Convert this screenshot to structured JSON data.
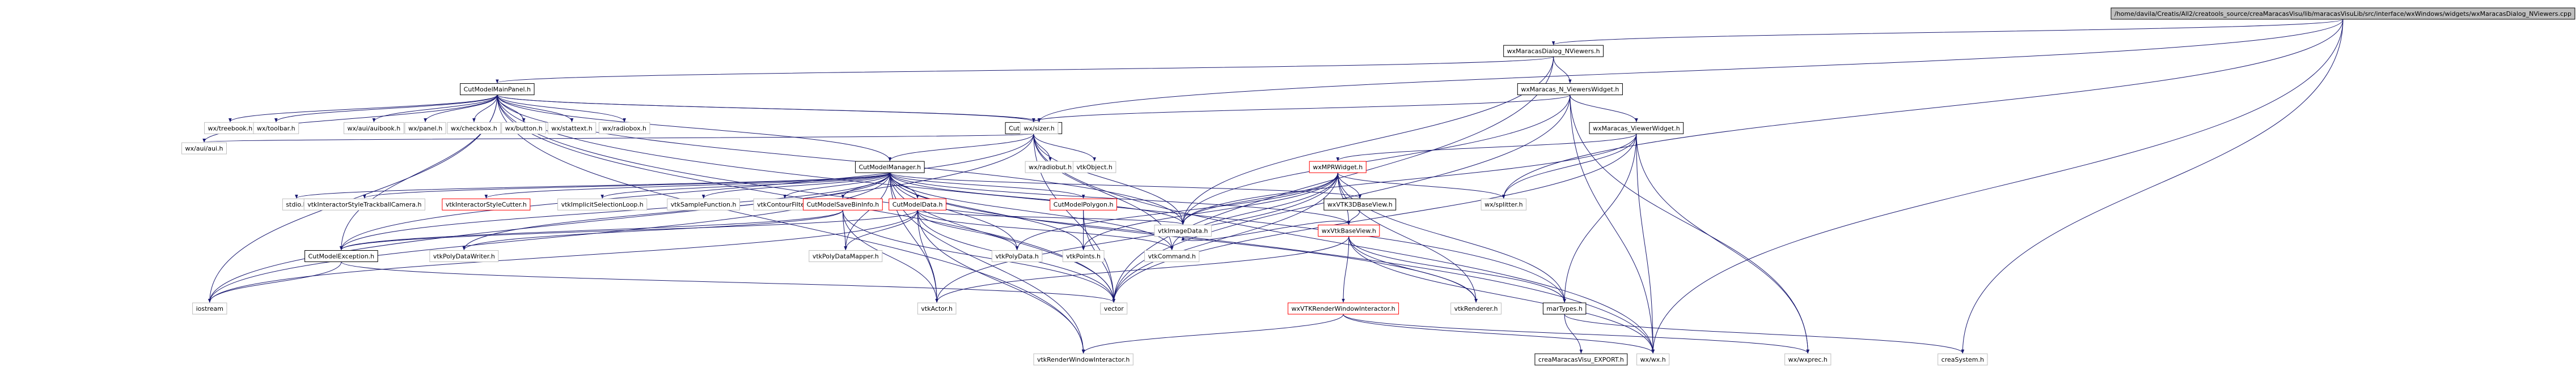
{
  "graph": {
    "colors": {
      "root_fill": "#bfbfbf",
      "node_border": "#000000",
      "external_border": "#bfbfbf",
      "incomplete_border": "#ff0000",
      "edge": "#191970",
      "background": "#ffffff"
    },
    "nodes": [
      {
        "id": "root",
        "label": "/home/davila/Creatis/All2/creatools_source/creaMaracasVisu/lib/maracasVisuLib/src/interface/wxWindows/widgets/wxMaracasDialog_NViewers.cpp",
        "kind": "root"
      },
      {
        "id": "dlg_h",
        "label": "wxMaracasDialog_NViewers.h",
        "kind": "normal"
      },
      {
        "id": "nview_h",
        "label": "wxMaracas_N_ViewersWidget.h",
        "kind": "normal"
      },
      {
        "id": "cutmain_h",
        "label": "CutModelMainPanel.h",
        "kind": "normal"
      },
      {
        "id": "viewerw_h",
        "label": "wxMaracas_ViewerWidget.h",
        "kind": "normal"
      },
      {
        "id": "cutview_h",
        "label": "CutModelView.h",
        "kind": "normal"
      },
      {
        "id": "mpr_h",
        "label": "wxMPRWidget.h",
        "kind": "incomplete"
      },
      {
        "id": "cutmgr_h",
        "label": "CutModelManager.h",
        "kind": "normal"
      },
      {
        "id": "treebook",
        "label": "wx/treebook.h",
        "kind": "external"
      },
      {
        "id": "toolbar",
        "label": "wx/toolbar.h",
        "kind": "external"
      },
      {
        "id": "aui",
        "label": "wx/aui/aui.h",
        "kind": "external"
      },
      {
        "id": "auibook",
        "label": "wx/aui/auibook.h",
        "kind": "external"
      },
      {
        "id": "panel",
        "label": "wx/panel.h",
        "kind": "external"
      },
      {
        "id": "checkbox",
        "label": "wx/checkbox.h",
        "kind": "external"
      },
      {
        "id": "button",
        "label": "wx/button.h",
        "kind": "external"
      },
      {
        "id": "stattext",
        "label": "wx/stattext.h",
        "kind": "external"
      },
      {
        "id": "radiobox",
        "label": "wx/radiobox.h",
        "kind": "external"
      },
      {
        "id": "sizer",
        "label": "wx/sizer.h",
        "kind": "external"
      },
      {
        "id": "radiobut",
        "label": "wx/radiobut.h",
        "kind": "external"
      },
      {
        "id": "vtkobject",
        "label": "vtkObject.h",
        "kind": "external"
      },
      {
        "id": "stdio",
        "label": "stdio.h",
        "kind": "external"
      },
      {
        "id": "trackball",
        "label": "vtkInteractorStyleTrackballCamera.h",
        "kind": "external"
      },
      {
        "id": "stylecutter",
        "label": "vtkInteractorStyleCutter.h",
        "kind": "incomplete"
      },
      {
        "id": "implicitloop",
        "label": "vtkImplicitSelectionLoop.h",
        "kind": "external"
      },
      {
        "id": "samplefn",
        "label": "vtkSampleFunction.h",
        "kind": "external"
      },
      {
        "id": "contour",
        "label": "vtkContourFilter.h",
        "kind": "external"
      },
      {
        "id": "savebin",
        "label": "CutModelSaveBinInfo.h",
        "kind": "incomplete"
      },
      {
        "id": "cutdata",
        "label": "CutModelData.h",
        "kind": "incomplete"
      },
      {
        "id": "polygon",
        "label": "CutModelPolygon.h",
        "kind": "incomplete"
      },
      {
        "id": "wxvtk3d",
        "label": "wxVTK3DBaseView.h",
        "kind": "normal"
      },
      {
        "id": "splitter",
        "label": "wx/splitter.h",
        "kind": "external"
      },
      {
        "id": "imagedata",
        "label": "vtkImageData.h",
        "kind": "external"
      },
      {
        "id": "exception",
        "label": "CutModelException.h",
        "kind": "normal"
      },
      {
        "id": "polywriter",
        "label": "vtkPolyDataWriter.h",
        "kind": "external"
      },
      {
        "id": "polymapper",
        "label": "vtkPolyDataMapper.h",
        "kind": "external"
      },
      {
        "id": "polydata",
        "label": "vtkPolyData.h",
        "kind": "external"
      },
      {
        "id": "vtkpoints",
        "label": "vtkPoints.h",
        "kind": "external"
      },
      {
        "id": "vtkcommand",
        "label": "vtkCommand.h",
        "kind": "external"
      },
      {
        "id": "wxvtkbase",
        "label": "wxVtkBaseView.h",
        "kind": "incomplete"
      },
      {
        "id": "iostream",
        "label": "iostream",
        "kind": "external"
      },
      {
        "id": "vtkactor",
        "label": "vtkActor.h",
        "kind": "external"
      },
      {
        "id": "vector",
        "label": "vector",
        "kind": "external"
      },
      {
        "id": "vtkrenderer",
        "label": "vtkRenderer.h",
        "kind": "external"
      },
      {
        "id": "martypes",
        "label": "marTypes.h",
        "kind": "normal"
      },
      {
        "id": "wxvtkrwi",
        "label": "wxVTKRenderWindowInteractor.h",
        "kind": "incomplete"
      },
      {
        "id": "rwi",
        "label": "vtkRenderWindowInteractor.h",
        "kind": "external"
      },
      {
        "id": "wxwx",
        "label": "wx/wx.h",
        "kind": "external"
      },
      {
        "id": "wxprec",
        "label": "wx/wxprec.h",
        "kind": "external"
      },
      {
        "id": "creasystem",
        "label": "creaSystem.h",
        "kind": "external"
      },
      {
        "id": "export",
        "label": "creaMaracasVisu_EXPORT.h",
        "kind": "normal"
      }
    ],
    "edges": [
      [
        "root",
        "dlg_h"
      ],
      [
        "root",
        "sizer"
      ],
      [
        "root",
        "creasystem"
      ],
      [
        "root",
        "wxwx"
      ],
      [
        "root",
        "splitter"
      ],
      [
        "dlg_h",
        "nview_h"
      ],
      [
        "dlg_h",
        "cutmain_h"
      ],
      [
        "dlg_h",
        "vector"
      ],
      [
        "dlg_h",
        "imagedata"
      ],
      [
        "nview_h",
        "viewerw_h"
      ],
      [
        "nview_h",
        "cutview_h"
      ],
      [
        "nview_h",
        "wxwx"
      ],
      [
        "nview_h",
        "imagedata"
      ],
      [
        "nview_h",
        "vector"
      ],
      [
        "nview_h",
        "wxprec"
      ],
      [
        "viewerw_h",
        "mpr_h"
      ],
      [
        "viewerw_h",
        "splitter"
      ],
      [
        "viewerw_h",
        "imagedata"
      ],
      [
        "viewerw_h",
        "wxwx"
      ],
      [
        "viewerw_h",
        "wxprec"
      ],
      [
        "viewerw_h",
        "martypes"
      ],
      [
        "viewerw_h",
        "vector"
      ],
      [
        "cutmain_h",
        "treebook"
      ],
      [
        "cutmain_h",
        "toolbar"
      ],
      [
        "cutmain_h",
        "aui"
      ],
      [
        "cutmain_h",
        "auibook"
      ],
      [
        "cutmain_h",
        "panel"
      ],
      [
        "cutmain_h",
        "checkbox"
      ],
      [
        "cutmain_h",
        "button"
      ],
      [
        "cutmain_h",
        "stattext"
      ],
      [
        "cutmain_h",
        "radiobox"
      ],
      [
        "cutmain_h",
        "sizer"
      ],
      [
        "cutmain_h",
        "cutview_h"
      ],
      [
        "cutmain_h",
        "cutmgr_h"
      ],
      [
        "cutmain_h",
        "exception"
      ],
      [
        "cutmain_h",
        "iostream"
      ],
      [
        "cutmain_h",
        "vector"
      ],
      [
        "cutmain_h",
        "wxwx"
      ],
      [
        "cutmain_h",
        "rwi"
      ],
      [
        "cutmain_h",
        "imagedata"
      ],
      [
        "cutmain_h",
        "martypes"
      ],
      [
        "cutview_h",
        "cutmgr_h"
      ],
      [
        "cutview_h",
        "radiobut"
      ],
      [
        "cutview_h",
        "vtkobject"
      ],
      [
        "cutview_h",
        "aui"
      ],
      [
        "cutview_h",
        "vector"
      ],
      [
        "cutview_h",
        "vtkcommand"
      ],
      [
        "cutview_h",
        "iostream"
      ],
      [
        "cutview_h",
        "exception"
      ],
      [
        "cutview_h",
        "wxwx"
      ],
      [
        "cutview_h",
        "imagedata"
      ],
      [
        "cutmgr_h",
        "stdio"
      ],
      [
        "cutmgr_h",
        "trackball"
      ],
      [
        "cutmgr_h",
        "stylecutter"
      ],
      [
        "cutmgr_h",
        "implicitloop"
      ],
      [
        "cutmgr_h",
        "samplefn"
      ],
      [
        "cutmgr_h",
        "contour"
      ],
      [
        "cutmgr_h",
        "savebin"
      ],
      [
        "cutmgr_h",
        "cutdata"
      ],
      [
        "cutmgr_h",
        "polygon"
      ],
      [
        "cutmgr_h",
        "wxvtk3d"
      ],
      [
        "cutmgr_h",
        "exception"
      ],
      [
        "cutmgr_h",
        "polywriter"
      ],
      [
        "cutmgr_h",
        "polymapper"
      ],
      [
        "cutmgr_h",
        "polydata"
      ],
      [
        "cutmgr_h",
        "vtkpoints"
      ],
      [
        "cutmgr_h",
        "vtkcommand"
      ],
      [
        "cutmgr_h",
        "imagedata"
      ],
      [
        "cutmgr_h",
        "wxvtkbase"
      ],
      [
        "cutmgr_h",
        "vtkactor"
      ],
      [
        "cutmgr_h",
        "vector"
      ],
      [
        "cutmgr_h",
        "iostream"
      ],
      [
        "cutmgr_h",
        "rwi"
      ],
      [
        "cutmgr_h",
        "vtkrenderer"
      ],
      [
        "mpr_h",
        "wxvtk3d"
      ],
      [
        "mpr_h",
        "splitter"
      ],
      [
        "mpr_h",
        "imagedata"
      ],
      [
        "mpr_h",
        "wxvtkbase"
      ],
      [
        "mpr_h",
        "vtkcommand"
      ],
      [
        "mpr_h",
        "vtkpoints"
      ],
      [
        "mpr_h",
        "polydata"
      ],
      [
        "mpr_h",
        "vtkactor"
      ],
      [
        "mpr_h",
        "vector"
      ],
      [
        "mpr_h",
        "martypes"
      ],
      [
        "mpr_h",
        "vtkrenderer"
      ],
      [
        "savebin",
        "exception"
      ],
      [
        "savebin",
        "polymapper"
      ],
      [
        "savebin",
        "polywriter"
      ],
      [
        "savebin",
        "vtkactor"
      ],
      [
        "savebin",
        "vector"
      ],
      [
        "cutdata",
        "exception"
      ],
      [
        "cutdata",
        "polymapper"
      ],
      [
        "cutdata",
        "vtkactor"
      ],
      [
        "cutdata",
        "vector"
      ],
      [
        "cutdata",
        "polydata"
      ],
      [
        "cutdata",
        "iostream"
      ],
      [
        "cutdata",
        "imagedata"
      ],
      [
        "cutdata",
        "rwi"
      ],
      [
        "cutdata",
        "vtkcommand"
      ],
      [
        "polygon",
        "vtkpoints"
      ],
      [
        "polygon",
        "vector"
      ],
      [
        "wxvtk3d",
        "wxvtkbase"
      ],
      [
        "wxvtkbase",
        "wxvtkrwi"
      ],
      [
        "wxvtkbase",
        "vtkrenderer"
      ],
      [
        "wxvtkbase",
        "martypes"
      ],
      [
        "wxvtkbase",
        "wxwx"
      ],
      [
        "wxvtkbase",
        "imagedata"
      ],
      [
        "wxvtkbase",
        "vtkactor"
      ],
      [
        "wxvtkrwi",
        "rwi"
      ],
      [
        "wxvtkrwi",
        "wxwx"
      ],
      [
        "wxvtkrwi",
        "wxprec"
      ],
      [
        "martypes",
        "creasystem"
      ],
      [
        "martypes",
        "export"
      ],
      [
        "exception",
        "iostream"
      ],
      [
        "exception",
        "vector"
      ]
    ]
  }
}
